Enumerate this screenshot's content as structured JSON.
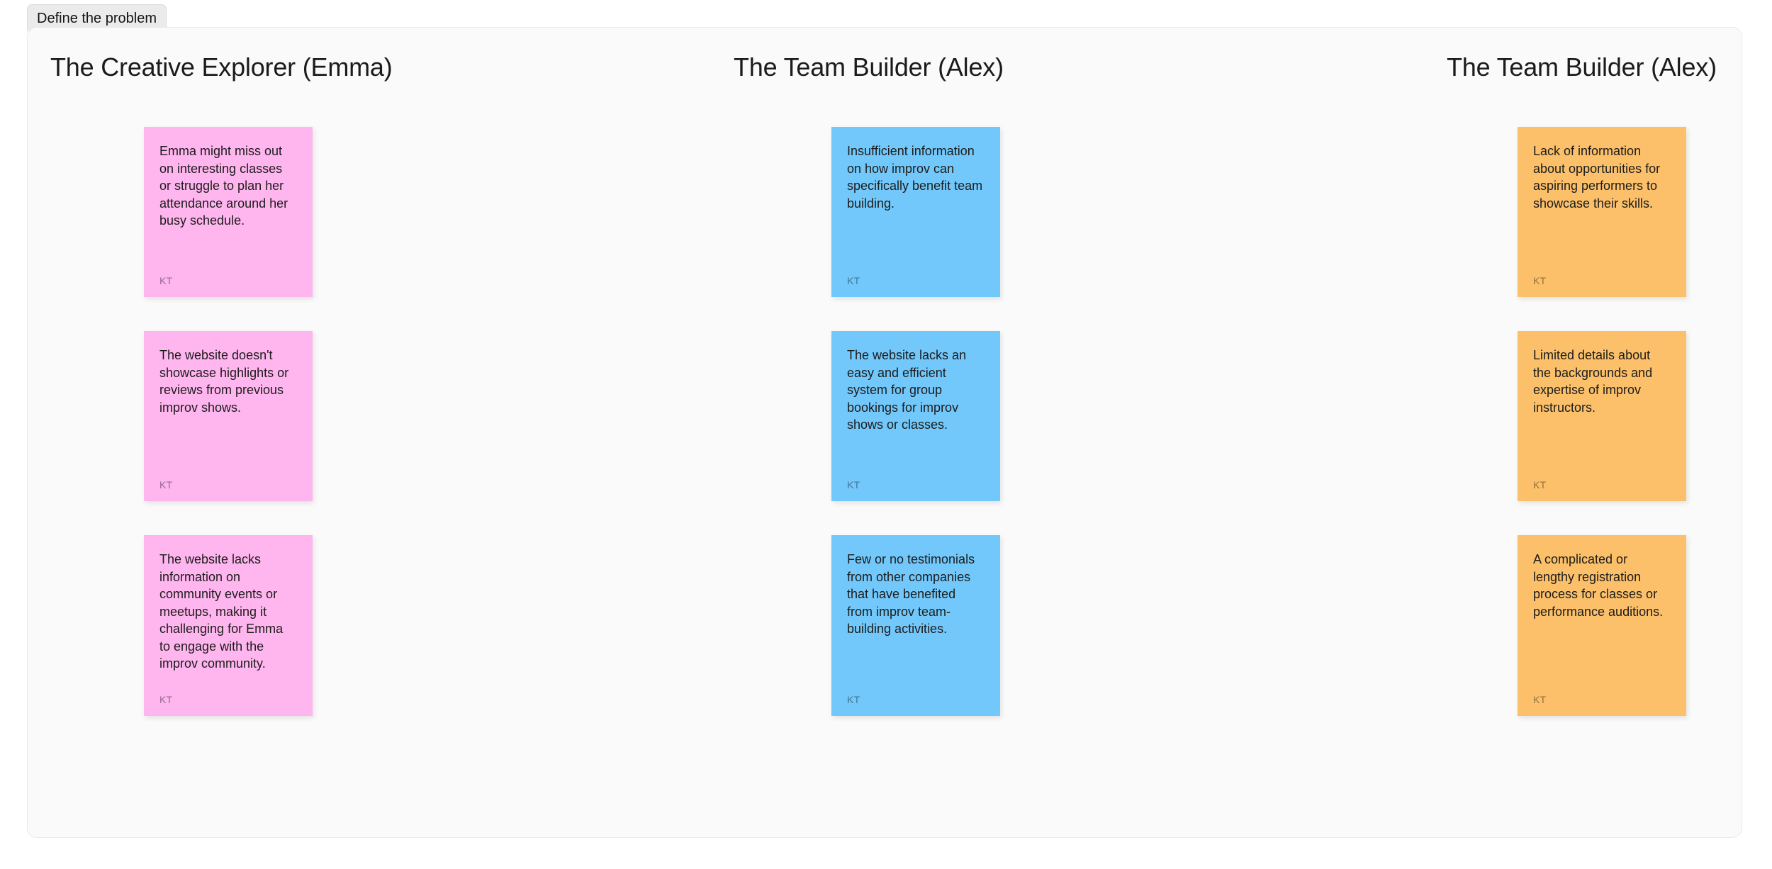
{
  "tabs": [
    {
      "label": "Define the problem",
      "active": true
    }
  ],
  "board": {
    "columns": [
      {
        "title": "The Creative Explorer (Emma)",
        "color": "#ffb5ee",
        "notes": [
          {
            "text": "Emma might miss out on interesting classes or struggle to plan her attendance around her busy schedule.",
            "author": "KT"
          },
          {
            "text": "The website doesn't showcase highlights or reviews from previous improv shows.",
            "author": "KT"
          },
          {
            "text": "The website lacks information on community events or meetups, making it challenging for Emma to engage with the improv community.",
            "author": "KT"
          }
        ]
      },
      {
        "title": "The Team Builder (Alex)",
        "color": "#72c8fa",
        "notes": [
          {
            "text": "Insufficient information on how improv can specifically benefit team building.",
            "author": "KT"
          },
          {
            "text": "The website lacks an easy and efficient system for group bookings for improv shows or classes.",
            "author": "KT"
          },
          {
            "text": "Few or no testimonials from other companies that have benefited from improv team-building activities.",
            "author": "KT"
          }
        ]
      },
      {
        "title": "The Team Builder (Alex)",
        "color": "#fbc069",
        "notes": [
          {
            "text": "Lack of information about opportunities for aspiring performers to showcase their skills.",
            "author": "KT"
          },
          {
            "text": "Limited details about the backgrounds and expertise of improv instructors.",
            "author": "KT"
          },
          {
            "text": "A complicated or lengthy registration process for classes or performance auditions.",
            "author": "KT"
          }
        ]
      }
    ]
  }
}
